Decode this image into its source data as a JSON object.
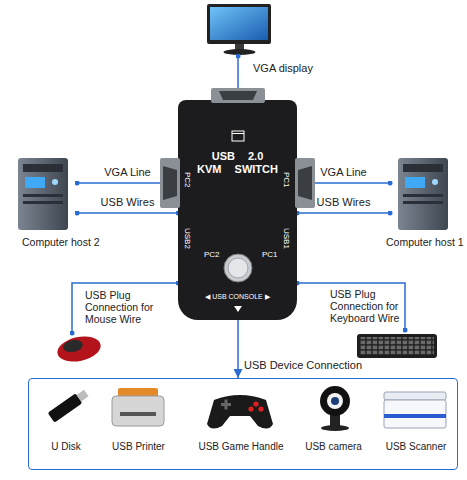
{
  "diagram": {
    "nodes": [
      {
        "text": [
          "VGA display"
        ]
      },
      {
        "text": [
          "USB 2.0 KVM SWITCH",
          "PC2",
          "PC1",
          "USB2",
          "USB1",
          "PC2",
          "PC1",
          "◀ USB CONSOLE ▶"
        ]
      },
      {
        "text": [
          "Computer host 2"
        ]
      },
      {
        "text": [
          "Computer host 1"
        ]
      },
      {
        "text": [
          "USB Plug Connection for Mouse Wire"
        ]
      },
      {
        "text": [
          "USB Plug Connection for Keyboard Wire"
        ]
      },
      {
        "text": [
          "USB Device Connection"
        ]
      },
      {
        "text": [
          "U Disk"
        ],
        "in": 6
      },
      {
        "text": [
          "USB Printer"
        ],
        "in": 6
      },
      {
        "text": [
          "USB Game Handle"
        ],
        "in": 6
      },
      {
        "text": [
          "USB camera"
        ],
        "in": 6
      },
      {
        "text": [
          "USB Scanner"
        ],
        "in": 6
      }
    ],
    "edges": [
      {
        "from": 0,
        "to": 1,
        "arrow": "none"
      },
      {
        "from": 2,
        "to": 1,
        "label": "VGA Line",
        "arrow": "none"
      },
      {
        "from": 2,
        "to": 1,
        "label": "USB Wires",
        "arrow": "none"
      },
      {
        "from": 3,
        "to": 1,
        "label": "VGA Line",
        "arrow": "none"
      },
      {
        "from": 3,
        "to": 1,
        "label": "USB Wires",
        "arrow": "none"
      },
      {
        "from": 1,
        "to": 4,
        "arrow": "none"
      },
      {
        "from": 1,
        "to": 5,
        "arrow": "none"
      },
      {
        "from": 1,
        "to": 6,
        "arrow": "to"
      }
    ]
  }
}
